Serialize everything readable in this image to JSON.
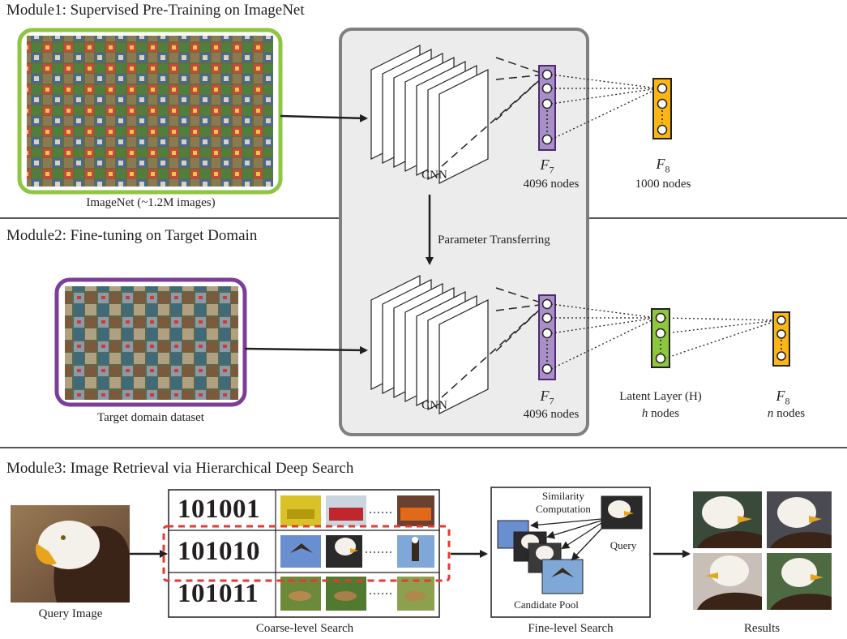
{
  "module1": {
    "title": "Module1: Supervised Pre-Training on ImageNet",
    "imagenet_caption": "ImageNet (~1.2M images)",
    "cnn_label": "CNN",
    "f7": {
      "symbol": "F",
      "subscript": "7",
      "nodes": "4096 nodes"
    },
    "f8": {
      "symbol": "F",
      "subscript": "8",
      "nodes": "1000 nodes"
    }
  },
  "transfer_label": "Parameter Transferring",
  "module2": {
    "title": "Module2: Fine-tuning on Target Domain",
    "dataset_caption": "Target domain dataset",
    "cnn_label": "CNN",
    "f7": {
      "symbol": "F",
      "subscript": "7",
      "nodes": "4096 nodes"
    },
    "latent": {
      "title": "Latent Layer (H)",
      "var": "h",
      "nodes": " nodes"
    },
    "f8": {
      "symbol": "F",
      "subscript": "8",
      "var": "n",
      "nodes": " nodes"
    }
  },
  "module3": {
    "title": "Module3: Image Retrieval via Hierarchical Deep Search",
    "query_caption": "Query Image",
    "codes": [
      "101001",
      "101010",
      "101011"
    ],
    "coarse_caption": "Coarse-level Search",
    "similarity_label_1": "Similarity",
    "similarity_label_2": "Computation",
    "query_label": "Query",
    "pool_label": "Candidate Pool",
    "fine_caption": "Fine-level Search",
    "results_caption": "Results"
  },
  "colors": {
    "imagenet_border": "#8dc63f",
    "target_border": "#7b3f98",
    "panel_fill": "#ececec",
    "panel_border": "#808080",
    "f7_fill": "#a88fc6",
    "f7_border": "#4b2a73",
    "f8_fill": "#fbb514",
    "latent_fill": "#8dc63f",
    "dashed_box": "#e53935"
  }
}
